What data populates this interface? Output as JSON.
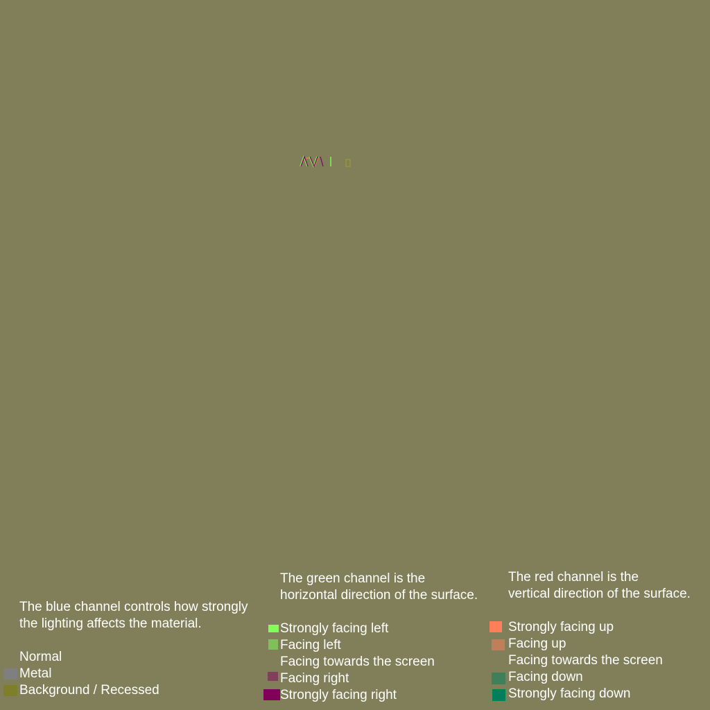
{
  "blue_panel": {
    "description_line1": "The blue channel controls how strongly",
    "description_line2": "the lighting affects the material.",
    "items": [
      {
        "label": "Normal",
        "color": "#807fff"
      },
      {
        "label": "Metal",
        "color": "#7f7f7f"
      },
      {
        "label": "Background / Recessed",
        "color": "#7f7f2a"
      }
    ]
  },
  "green_panel": {
    "description_line1": "The green channel is the",
    "description_line2": "horizontal direction of the surface.",
    "items": [
      {
        "label": "Strongly facing left",
        "color": "#80ff5a"
      },
      {
        "label": "Facing left",
        "color": "#80bf5a"
      },
      {
        "label": "Facing towards the screen",
        "color": "#807f5a"
      },
      {
        "label": "Facing right",
        "color": "#80405a"
      },
      {
        "label": "Strongly facing right",
        "color": "#80005a"
      }
    ]
  },
  "red_panel": {
    "description_line1": "The red channel is the",
    "description_line2": "vertical direction of the surface.",
    "items": [
      {
        "label": "Strongly facing up",
        "color": "#ff7f5a"
      },
      {
        "label": "Facing up",
        "color": "#bf7f5a"
      },
      {
        "label": "Facing towards the screen",
        "color": "#807f5a"
      },
      {
        "label": "Facing down",
        "color": "#407f5a"
      },
      {
        "label": "Strongly facing down",
        "color": "#007f5a"
      }
    ]
  },
  "colors": {
    "background": "#807f5a",
    "text": "#ffffff"
  }
}
